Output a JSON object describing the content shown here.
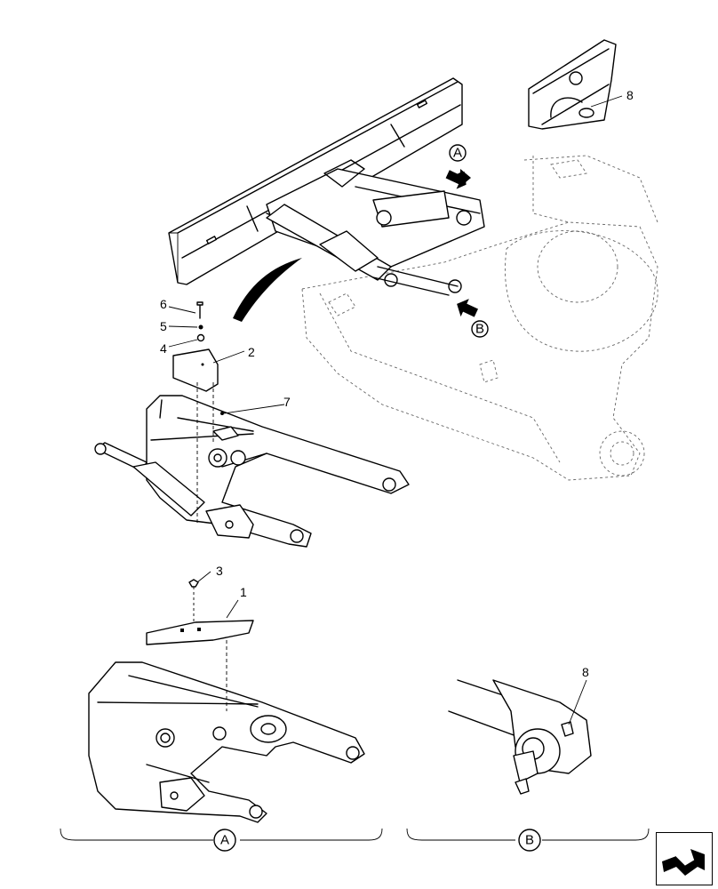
{
  "callouts": {
    "c1": "1",
    "c2": "2",
    "c3": "3",
    "c4": "4",
    "c5": "5",
    "c6": "6",
    "c7": "7",
    "c8_top": "8",
    "c8_bottom": "8"
  },
  "view_markers": {
    "a_top": "A",
    "b_top": "B",
    "a_bottom": "A",
    "b_bottom": "B"
  },
  "icons": {
    "nav": "next-page-arrow-icon"
  }
}
